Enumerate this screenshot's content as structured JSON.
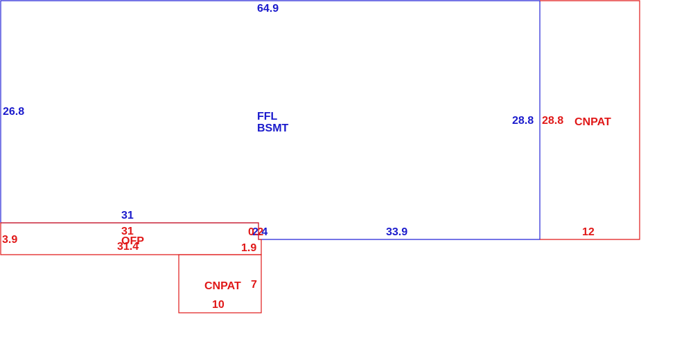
{
  "colors": {
    "main_structure": "#1a1acc",
    "additions": "#e01818",
    "background": "#ffffff"
  },
  "main": {
    "label_line1": "FFL",
    "label_line2": "BSMT",
    "dim_top": "64.9",
    "dim_left": "26.8",
    "dim_right": "28.8",
    "dim_bottom_right": "33.9",
    "dim_bottom_left": "31",
    "dim_step": "2.4"
  },
  "ofp": {
    "label": "OFP",
    "dim_top": "31",
    "dim_bottom": "31.4",
    "dim_left": "3.9",
    "dim_right": "1.9",
    "dim_step": "0.2"
  },
  "canopy_right": {
    "label": "CNPAT",
    "dim_left": "28.8",
    "dim_bottom": "12"
  },
  "canopy_bottom": {
    "label": "CNPAT",
    "dim_right": "7",
    "dim_bottom": "10"
  }
}
